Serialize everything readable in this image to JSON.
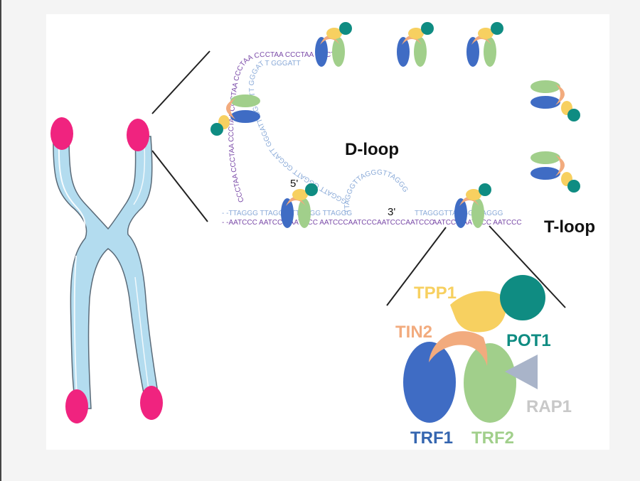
{
  "diagram": {
    "title_labels": {
      "d_loop": "D-loop",
      "t_loop": "T-loop",
      "five_prime": "5'",
      "three_prime": "3'"
    },
    "sequences": {
      "c_strand_unit": "CCCTAA",
      "g_strand_unit": "GGGATT",
      "duplex_top": "- -TTAGGG TTAGGG TTAGGG TTAGGG",
      "duplex_bottom": "- -AATCCC AATCCC AATCCC AATCCCAATCCCAATCCCAATCCC",
      "overhang_arc": "TTAGGGTTAGGGTTAGGG",
      "right_top": "TTAGGGTTAGGGTTAGGG",
      "right_bottom": "AATCCC AATCCC AATCCC",
      "top_row_c": "CCCTAA  CCCTAA  CCCTAA  CCCTAA  CCCTAA  CCCTAA  CCCTAA  CCCTAA",
      "top_row_g": "GGGATT  GGGATT  GGGATT  GGGATT  GGGATT  GGGATT  GGGATT"
    },
    "shelterin_proteins": [
      {
        "name": "TPP1",
        "color": "#f7d060"
      },
      {
        "name": "TIN2",
        "color": "#f2ab7e"
      },
      {
        "name": "POT1",
        "color": "#0f8c82"
      },
      {
        "name": "TRF1",
        "color": "#3f6cc4"
      },
      {
        "name": "TRF2",
        "color": "#a1cf8b"
      },
      {
        "name": "RAP1",
        "color": "#a9b4c9"
      }
    ],
    "label_colors": {
      "TPP1": "#f7d060",
      "TIN2": "#f2ab7e",
      "POT1": "#0f8c82",
      "TRF1": "#3566b0",
      "TRF2": "#a1cf8b",
      "RAP1": "#c8c8c8"
    },
    "colors": {
      "chromosome_fill": "#b3dcef",
      "telomere_cap": "#f0237f",
      "c_strand": "#7a4aa8",
      "g_strand": "#8aaad8"
    }
  }
}
